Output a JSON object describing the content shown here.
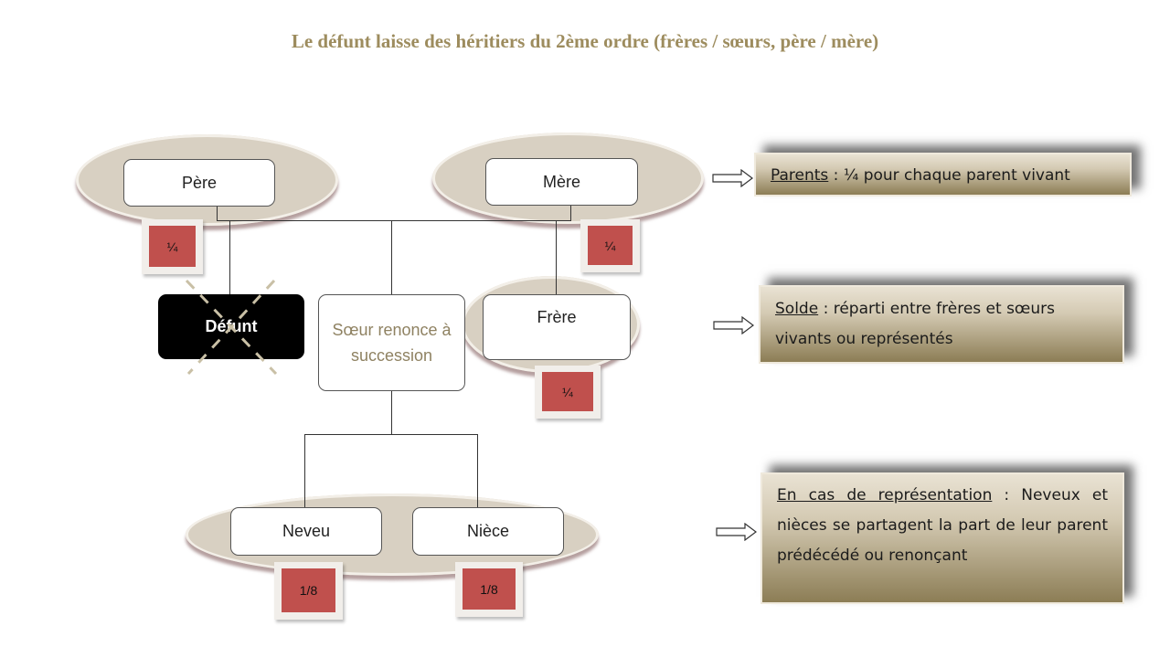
{
  "title": "Le défunt laisse des héritiers du 2ème ordre (frères / sœurs, père / mère)",
  "nodes": {
    "pere": "Père",
    "mere": "Mère",
    "defunt": "Défunt",
    "soeur": "Sœur renonce à succession",
    "frere": "Frère",
    "neveu": "Neveu",
    "niece": "Nièce"
  },
  "shares": {
    "pere": "¼",
    "mere": "¼",
    "frere": "¼",
    "neveu": "1/8",
    "niece": "1/8"
  },
  "notes": [
    {
      "label": "Parents",
      "text": " : ¼  pour chaque parent vivant"
    },
    {
      "label": "Solde",
      "text": " : réparti entre  frères et sœurs vivants ou représentés"
    },
    {
      "label": "En cas de représentation",
      "text": " : Neveux et nièces se partagent la part de leur parent prédécédé ou renonçant"
    }
  ],
  "colors": {
    "title": "#9d8c5e",
    "share": "#c0504d",
    "soeur_text": "#8f8262"
  }
}
